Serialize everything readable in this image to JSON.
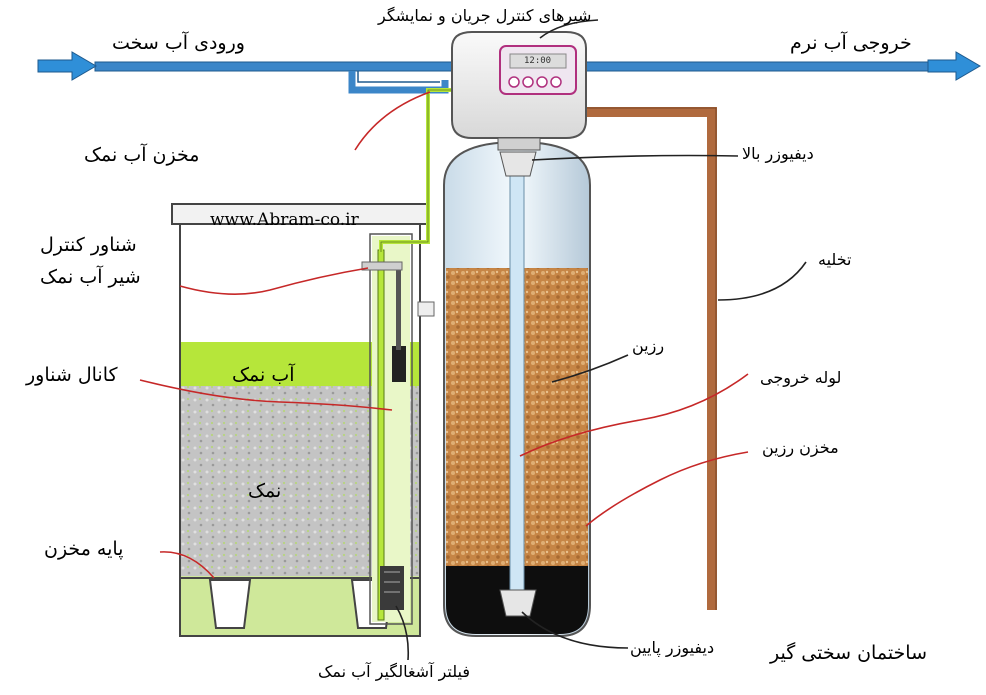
{
  "labels": {
    "control_valve": "شیرهای کنترل جریان و نمایشگر",
    "hard_water_inlet": "ورودی آب سخت",
    "soft_water_outlet": "خروجی آب نرم",
    "brine_tank": "مخزن آب نمک",
    "upper_diffuser": "دیفیوزر بالا",
    "website": "www.Abram-co.ir",
    "float_valve_line1": "شناور کنترل",
    "float_valve_line2": "شیر آب نمک",
    "drain": "تخلیه",
    "resin": "رزین",
    "float_channel": "کانال شناور",
    "brine": "آب نمک",
    "outlet_pipe": "لوله خروجی",
    "salt": "نمک",
    "resin_tank": "مخزن رزین",
    "tank_base": "پایه مخزن",
    "lower_diffuser": "دیفیوزر پایین",
    "softener_structure": "ساختمان سختی گیر",
    "brine_filter": "فیلتر آشغالگیر آب نمک",
    "display_time": "12:00"
  },
  "colors": {
    "pipe_blue": "#3b86c8",
    "arrow_blue": "#2f8fd8",
    "brine_green": "#b6e63a",
    "resin_brown": "#c9884a",
    "drain_brown": "#b06a3e",
    "leader_red": "#c62828",
    "tank_fill": "#eaf4fb",
    "salt_gray": "#c7c7c7",
    "valve_magenta": "#b0307e"
  }
}
